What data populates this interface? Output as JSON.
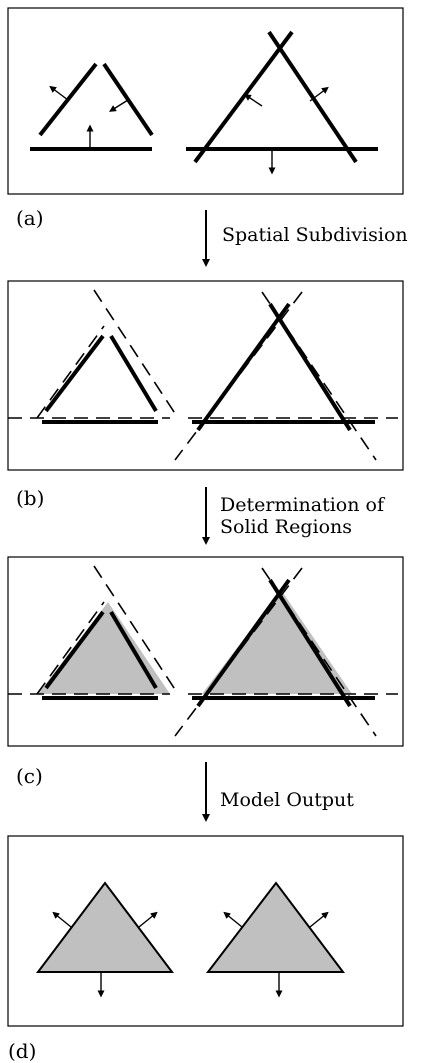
{
  "panels": [
    {
      "label": "(a)"
    },
    {
      "label": "(b)"
    },
    {
      "label": "(c)"
    },
    {
      "label": "(d)"
    }
  ],
  "steps": [
    {
      "lines": [
        "Spatial Subdivision"
      ]
    },
    {
      "lines": [
        "Determination of",
        "Solid Regions"
      ]
    },
    {
      "lines": [
        "Model Output"
      ]
    }
  ]
}
